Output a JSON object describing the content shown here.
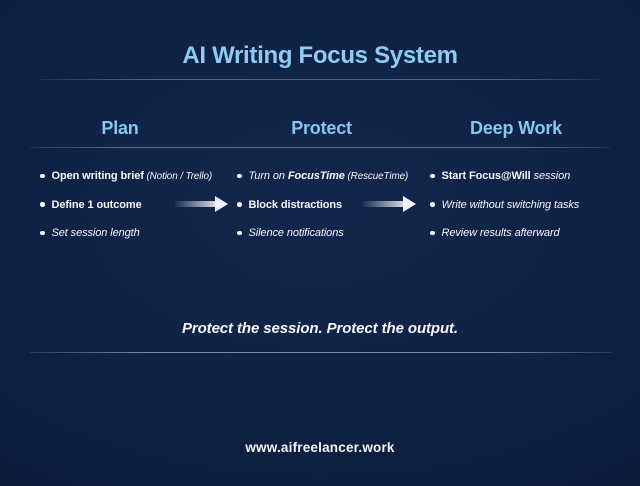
{
  "title": "AI Writing Focus System",
  "columns": [
    {
      "header": "Plan",
      "bullets": [
        {
          "segments": [
            {
              "text": "Open writing brief",
              "style": "regular"
            },
            {
              "text": " (Notion / Trello)",
              "style": "italic-small"
            }
          ]
        },
        {
          "segments": [
            {
              "text": "Define 1 outcome",
              "style": "regular"
            }
          ]
        },
        {
          "segments": [
            {
              "text": "Set session length",
              "style": "italic"
            }
          ]
        }
      ]
    },
    {
      "header": "Protect",
      "bullets": [
        {
          "segments": [
            {
              "text": "Turn on ",
              "style": "italic"
            },
            {
              "text": "FocusTime",
              "style": "bold-italic"
            },
            {
              "text": " (RescueTime)",
              "style": "italic-small"
            }
          ]
        },
        {
          "segments": [
            {
              "text": "Block distractions",
              "style": "regular"
            }
          ]
        },
        {
          "segments": [
            {
              "text": "Silence notifications",
              "style": "italic"
            }
          ]
        }
      ]
    },
    {
      "header": "Deep Work",
      "bullets": [
        {
          "segments": [
            {
              "text": "Start Focus@Will ",
              "style": "regular"
            },
            {
              "text": "session",
              "style": "italic"
            }
          ]
        },
        {
          "segments": [
            {
              "text": "Write without switching tasks",
              "style": "italic"
            }
          ]
        },
        {
          "segments": [
            {
              "text": "Review results afterward",
              "style": "italic"
            }
          ]
        }
      ]
    }
  ],
  "tagline": "Protect the session. Protect the output.",
  "footer_url": "www.aifreelancer.work",
  "colors": {
    "background_center": "#13274e",
    "background_edge": "#06142c",
    "accent_blue": "#8ecbf3",
    "header_blue": "#85c7f1",
    "text": "#f4f6f9",
    "divider": "#adbed6"
  }
}
